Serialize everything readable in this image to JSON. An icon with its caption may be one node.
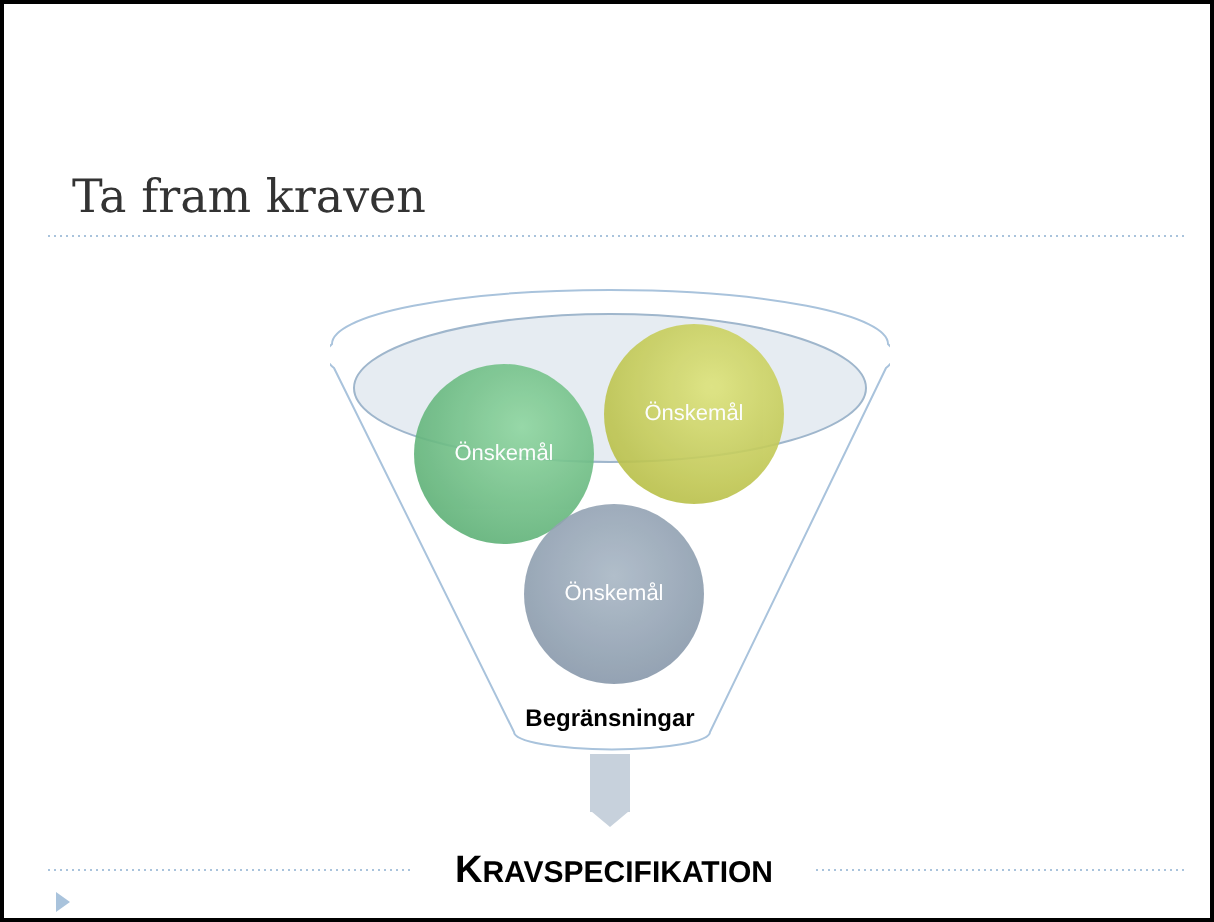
{
  "diagram": {
    "title": "Ta fram kraven",
    "nodes": [
      {
        "text": [
          "Begränsningar"
        ]
      },
      {
        "text": [
          "Önskemål"
        ],
        "in": 0
      },
      {
        "text": [
          "Önskemål"
        ],
        "in": 0
      },
      {
        "text": [
          "Önskemål"
        ],
        "in": 0
      },
      {
        "text": [
          "KRAVSPECIFIKATION"
        ]
      }
    ],
    "edges": [
      {
        "from": 0,
        "to": 4,
        "arrow": "to"
      }
    ]
  }
}
